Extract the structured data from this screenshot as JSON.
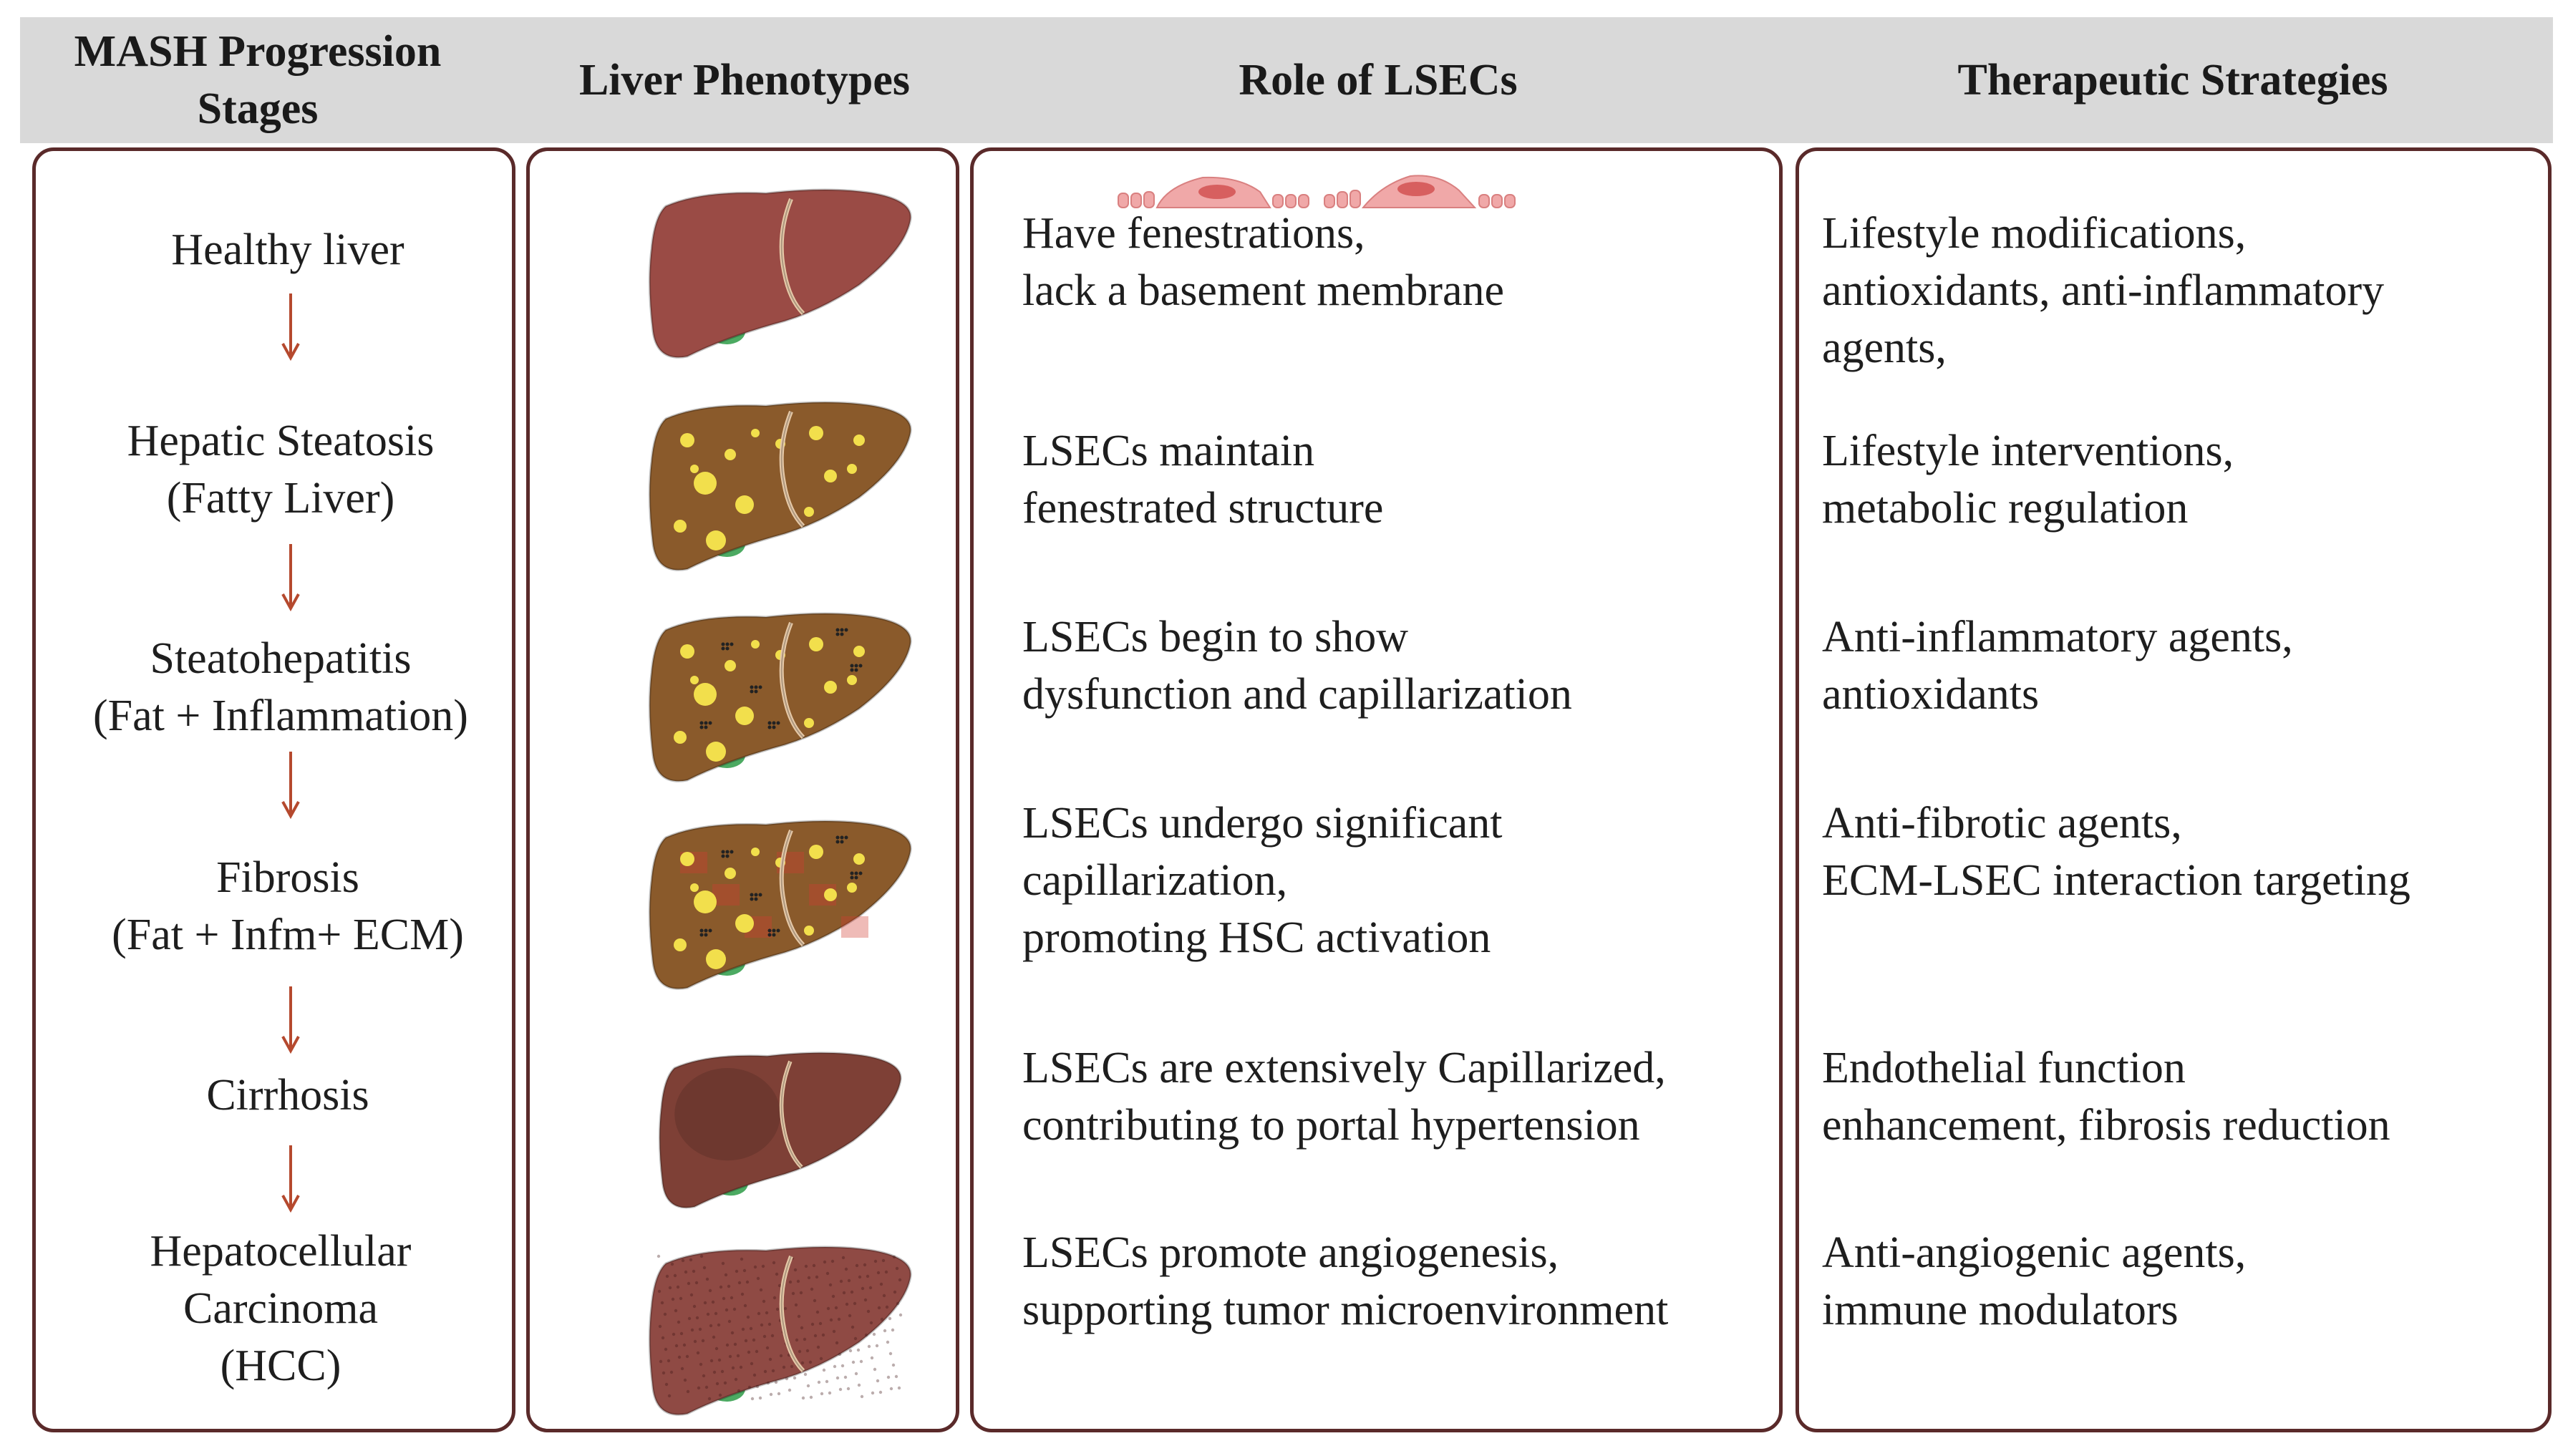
{
  "columns": [
    {
      "header_line1": "MASH Progression",
      "header_line2": "Stages"
    },
    {
      "header_line1": "Liver Phenotypes",
      "header_line2": ""
    },
    {
      "header_line1": "Role of LSECs",
      "header_line2": ""
    },
    {
      "header_line1": "Therapeutic Strategies",
      "header_line2": ""
    }
  ],
  "stages": [
    {
      "name_lines": [
        "Healthy liver"
      ],
      "liver": "healthy-liver",
      "role_lines": [
        "Have fenestrations,",
        "lack a basement membrane"
      ],
      "therapy_lines": [
        "Lifestyle modifications,",
        "antioxidants, anti-inflammatory",
        "agents,"
      ]
    },
    {
      "name_lines": [
        "Hepatic Steatosis",
        "(Fatty Liver)"
      ],
      "liver": "fatty-liver",
      "role_lines": [
        "LSECs maintain",
        "fenestrated structure"
      ],
      "therapy_lines": [
        "Lifestyle interventions,",
        "metabolic regulation"
      ]
    },
    {
      "name_lines": [
        "Steatohepatitis",
        "(Fat + Inflammation)"
      ],
      "liver": "steatohepatitis-liver",
      "role_lines": [
        "LSECs begin to show",
        "dysfunction and capillarization"
      ],
      "therapy_lines": [
        "Anti-inflammatory agents,",
        "antioxidants"
      ]
    },
    {
      "name_lines": [
        "Fibrosis",
        "(Fat + Infm+ ECM)"
      ],
      "liver": "fibrosis-liver",
      "role_lines": [
        "LSECs undergo significant",
        "capillarization,",
        "promoting HSC activation"
      ],
      "therapy_lines": [
        "Anti-fibrotic agents,",
        "ECM-LSEC interaction targeting"
      ]
    },
    {
      "name_lines": [
        "Cirrhosis"
      ],
      "liver": "cirrhosis-liver",
      "role_lines": [
        "LSECs are extensively Capillarized,",
        "contributing to portal hypertension"
      ],
      "therapy_lines": [
        "Endothelial function",
        "enhancement, fibrosis reduction"
      ]
    },
    {
      "name_lines": [
        "Hepatocellular",
        "Carcinoma",
        "(HCC)"
      ],
      "liver": "hcc-liver",
      "role_lines": [
        "LSECs promote angiogenesis,",
        "supporting tumor microenvironment"
      ],
      "therapy_lines": [
        "Anti-angiogenic agents,",
        "immune modulators"
      ]
    }
  ],
  "colors": {
    "header_band": "#d9d9d9",
    "panel_border": "#5a2a2a",
    "arrow": "#b5492e",
    "healthy_liver": "#9a4b45",
    "fatty_liver": "#8a5a2b",
    "fat_droplet": "#f2df4c",
    "cirrhosis_liver": "#7e4036",
    "hcc_liver": "#8f4a44",
    "gallbladder": "#4caa62",
    "endothelial_cell": "#f0a8a8"
  }
}
